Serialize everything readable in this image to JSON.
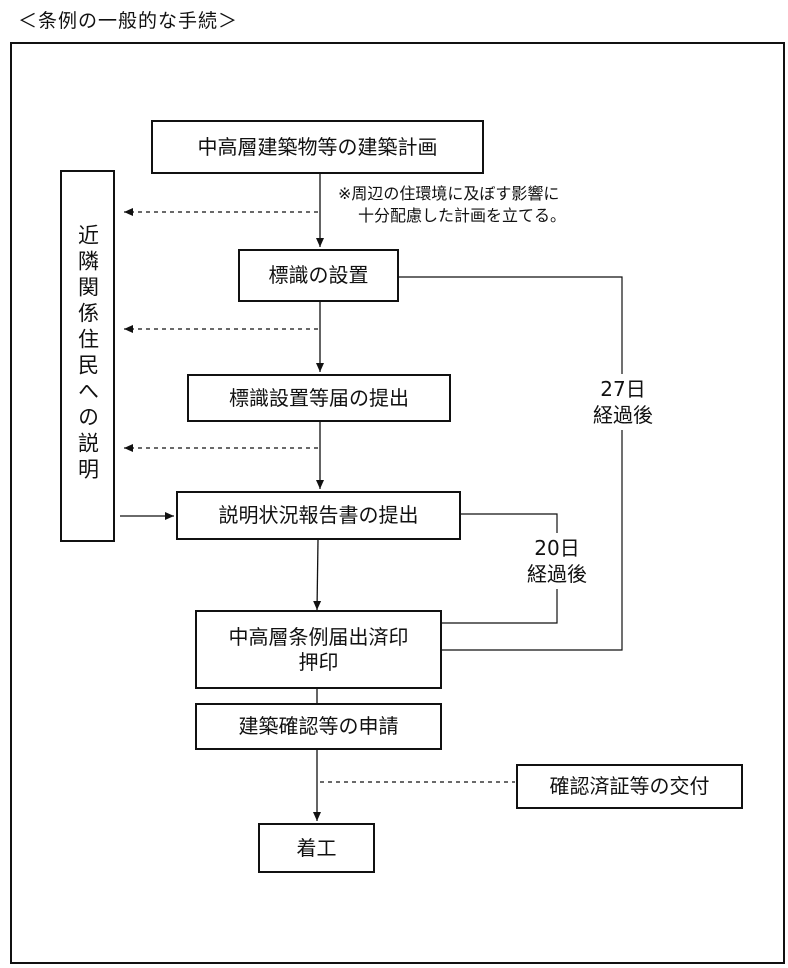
{
  "title": "＜条例の一般的な手続＞",
  "side_box": "近隣関係住民への説明",
  "note": {
    "line1": "※周辺の住環境に及ぼす影響に",
    "line2": "十分配慮した計画を立てる。"
  },
  "steps": {
    "plan": "中高層建築物等の建築計画",
    "sign": "標識の設置",
    "sign_notice": "標識設置等届の提出",
    "report": "説明状況報告書の提出",
    "stamp_line1": "中高層条例届出済印",
    "stamp_line2": "押印",
    "application": "建築確認等の申請",
    "certificate": "確認済証等の交付",
    "start": "着工"
  },
  "days27": {
    "number": "27日",
    "label": "経過後"
  },
  "days20": {
    "number": "20日",
    "label": "経過後"
  }
}
